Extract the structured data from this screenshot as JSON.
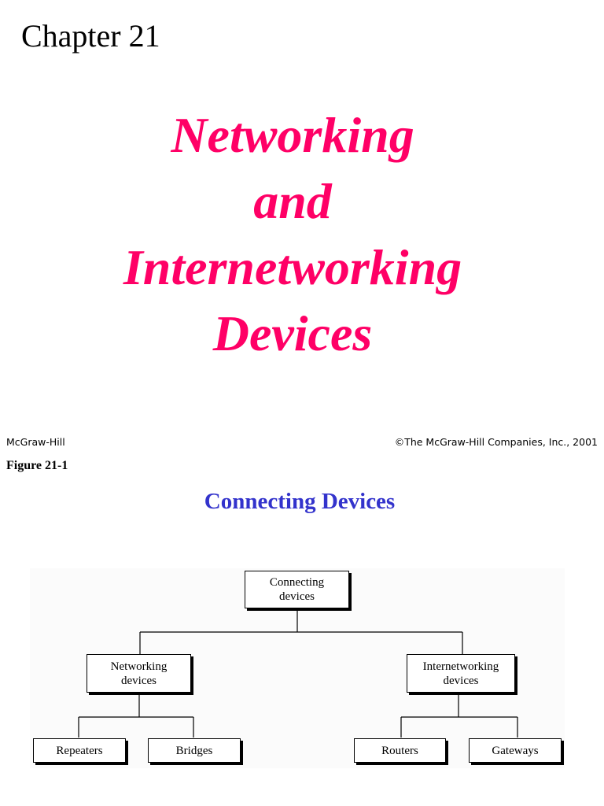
{
  "slide1": {
    "chapter": "Chapter 21",
    "title_lines": [
      "Networking",
      "and",
      "Internetworking",
      "Devices"
    ],
    "footer_left": "McGraw-Hill",
    "footer_right": "©The McGraw-Hill Companies, Inc., 2001",
    "title_color": "#ff0066"
  },
  "slide2": {
    "figure_label": "Figure 21-1",
    "figure_title": "Connecting Devices",
    "figure_title_color": "#3333cc",
    "diagram": {
      "root": "Connecting\ndevices",
      "left_branch": "Networking\ndevices",
      "right_branch": "Internetworking\ndevices",
      "leaves": [
        "Repeaters",
        "Bridges",
        "Routers",
        "Gateways"
      ]
    }
  }
}
